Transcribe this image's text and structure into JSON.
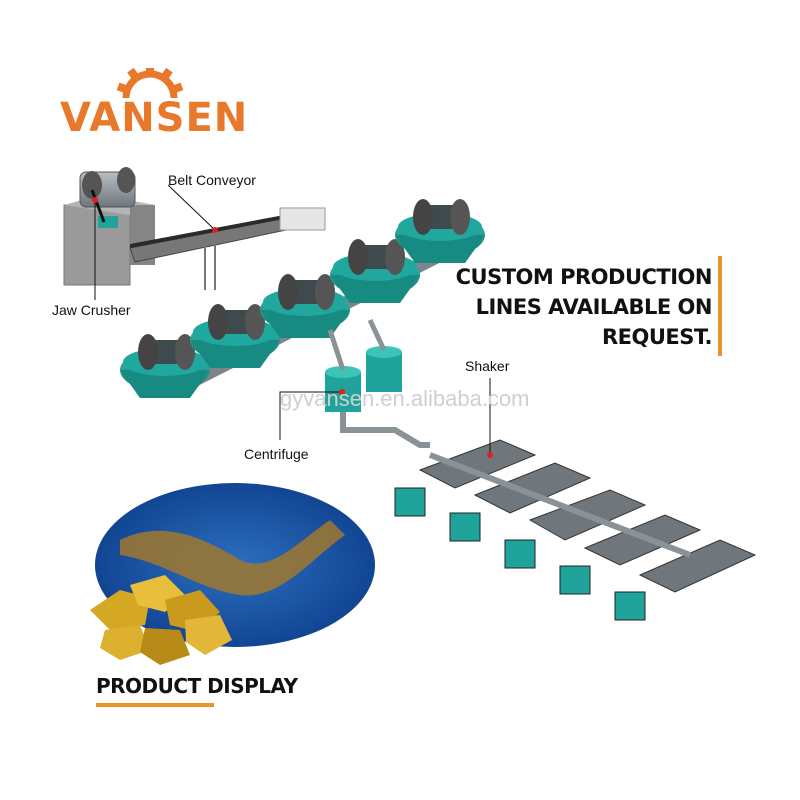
{
  "brand": {
    "name": "VANSEN",
    "color": "#e8782a"
  },
  "labels": {
    "belt_conveyor": "Belt Conveyor",
    "jaw_crusher": "Jaw Crusher",
    "shaker": "Shaker",
    "centrifuge": "Centrifuge"
  },
  "headline": {
    "line1": "CUSTOM PRODUCTION",
    "line2": "LINES AVAILABLE ON",
    "line3": "REQUEST."
  },
  "watermark": "gyvansen.en.alibaba.com",
  "product": {
    "title": "PRODUCT DISPLAY"
  },
  "colors": {
    "accent": "#e8942a",
    "machine_teal": "#1fa39a",
    "machine_grey": "#8e9499"
  }
}
